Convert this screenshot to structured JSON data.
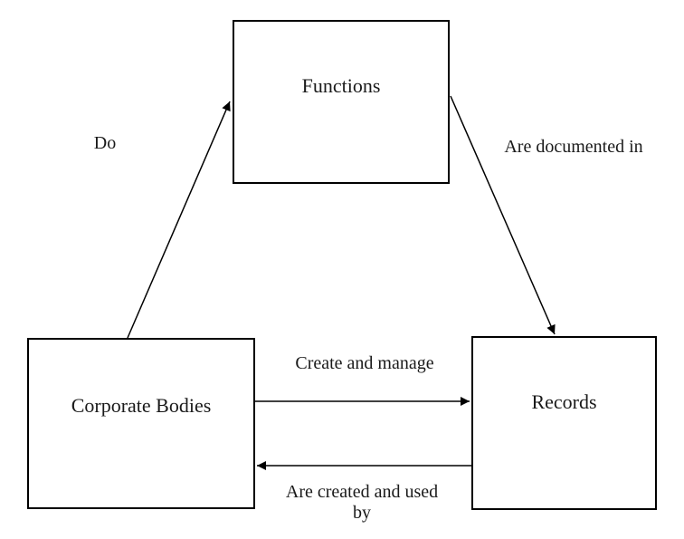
{
  "diagram": {
    "type": "relationship-diagram",
    "background_color": "#ffffff",
    "line_color": "#000000",
    "text_color": "#1a1a1a",
    "nodes": [
      {
        "id": "functions",
        "label": "Functions"
      },
      {
        "id": "corporate-bodies",
        "label": "Corporate Bodies"
      },
      {
        "id": "records",
        "label": "Records"
      }
    ],
    "edges": [
      {
        "from": "corporate-bodies",
        "to": "functions",
        "label": "Do",
        "direction": "up-diagonal"
      },
      {
        "from": "functions",
        "to": "records",
        "label": "Are documented in",
        "direction": "down-diagonal"
      },
      {
        "from": "corporate-bodies",
        "to": "records",
        "label": "Create and manage",
        "direction": "right"
      },
      {
        "from": "records",
        "to": "corporate-bodies",
        "label": "Are created and used by",
        "direction": "left"
      }
    ]
  }
}
